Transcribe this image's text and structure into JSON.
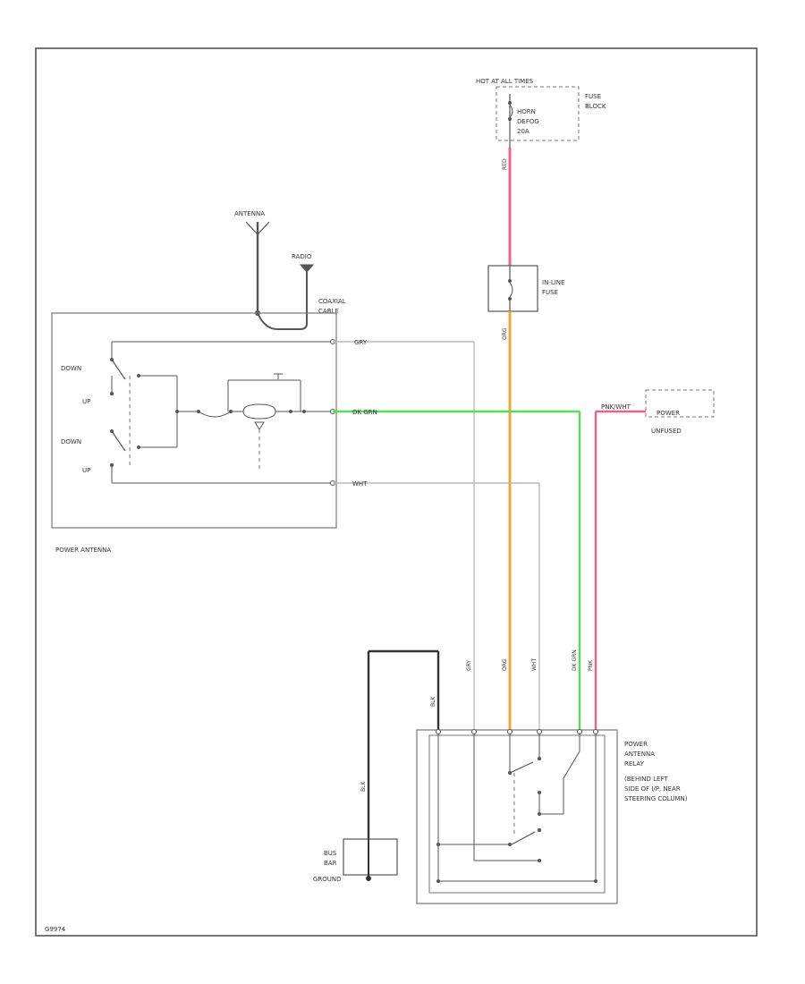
{
  "hot_source": "HOT AT ALL TIMES",
  "fuse_block": {
    "title": [
      "FUSE",
      "BLOCK"
    ],
    "fuse_label": [
      "HORN",
      "DEFOG",
      "20A"
    ]
  },
  "inline_fuse": [
    "IN-LINE",
    "FUSE"
  ],
  "antenna": "ANTENNA",
  "radio": "RADIO",
  "coax": [
    "COAXIAL",
    "CABLE"
  ],
  "motor_unit": {
    "title": "POWER ANTENNA",
    "switch_labels": [
      "DOWN",
      "UP",
      "DOWN",
      "UP"
    ]
  },
  "wire_labels": {
    "gry": "GRY",
    "dk_grn": "DK GRN",
    "wht": "WHT",
    "org": "ORG",
    "pnk": "PNK",
    "red": "RED",
    "blk": "BLK"
  },
  "power_ignition": [
    "POWER",
    "UNFUSED"
  ],
  "pnk_feed": "PNK/WHT",
  "relay": [
    "POWER",
    "ANTENNA",
    "RELAY",
    "(BEHIND LEFT",
    "SIDE OF I/P, NEAR",
    "STEERING COLUMN)"
  ],
  "ground": [
    "BUS",
    "BAR",
    "GROUND"
  ],
  "footer_code": "G9974",
  "colors": {
    "pink_wire": "#f06088",
    "orange_wire": "#f2a33a",
    "green_wire": "#55dd55",
    "gray_wire": "#bbbbbb",
    "line": "#555555"
  }
}
